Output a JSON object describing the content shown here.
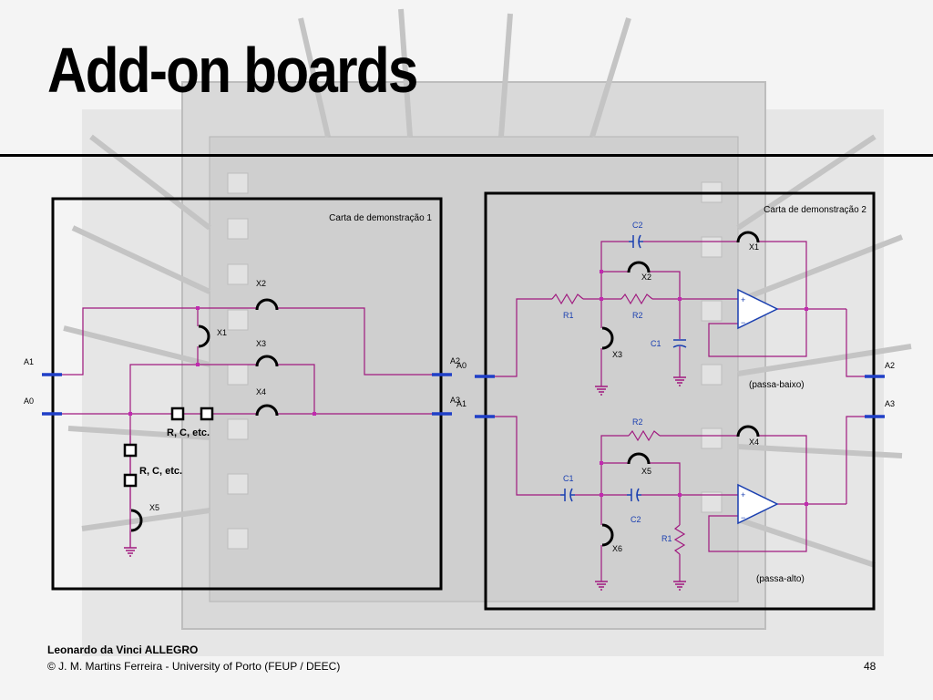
{
  "slide": {
    "title": "Add-on boards",
    "page_number": "48",
    "footer_author": "Leonardo da Vinci ALLEGRO",
    "footer_copyright": "© J. M. Martins Ferreira - University of Porto (FEUP / DEEC)"
  },
  "board1": {
    "title": "Carta de demonstração 1",
    "pins": {
      "left_top": "A1",
      "left_bottom": "A0",
      "right_top": "A2",
      "right_bottom": "A3"
    },
    "switches": {
      "x1": "X1",
      "x2": "X2",
      "x3": "X3",
      "x4": "X4",
      "x5": "X5"
    },
    "rc_label_horizontal": "R, C, etc.",
    "rc_label_vertical": "R, C, etc."
  },
  "board2": {
    "title": "Carta de demonstração 2",
    "pins": {
      "left_top": "A0",
      "left_bottom": "A1",
      "right_top": "A2",
      "right_bottom": "A3"
    },
    "switches": {
      "x1": "X1",
      "x2": "X2",
      "x3": "X3",
      "x4": "X4",
      "x5": "X5",
      "x6": "X6"
    },
    "lowpass": {
      "c2": "C2",
      "r1": "R1",
      "r2": "R2",
      "c1": "C1",
      "label": "(passa-baixo)"
    },
    "highpass": {
      "r2": "R2",
      "c1": "C1",
      "c2": "C2",
      "r1": "R1",
      "label": "(passa-alto)"
    }
  },
  "colors": {
    "wire": "#a0197f",
    "component_label": "#1a3fb0",
    "pin_bar": "#1f3fc7",
    "frame": "#000000"
  }
}
